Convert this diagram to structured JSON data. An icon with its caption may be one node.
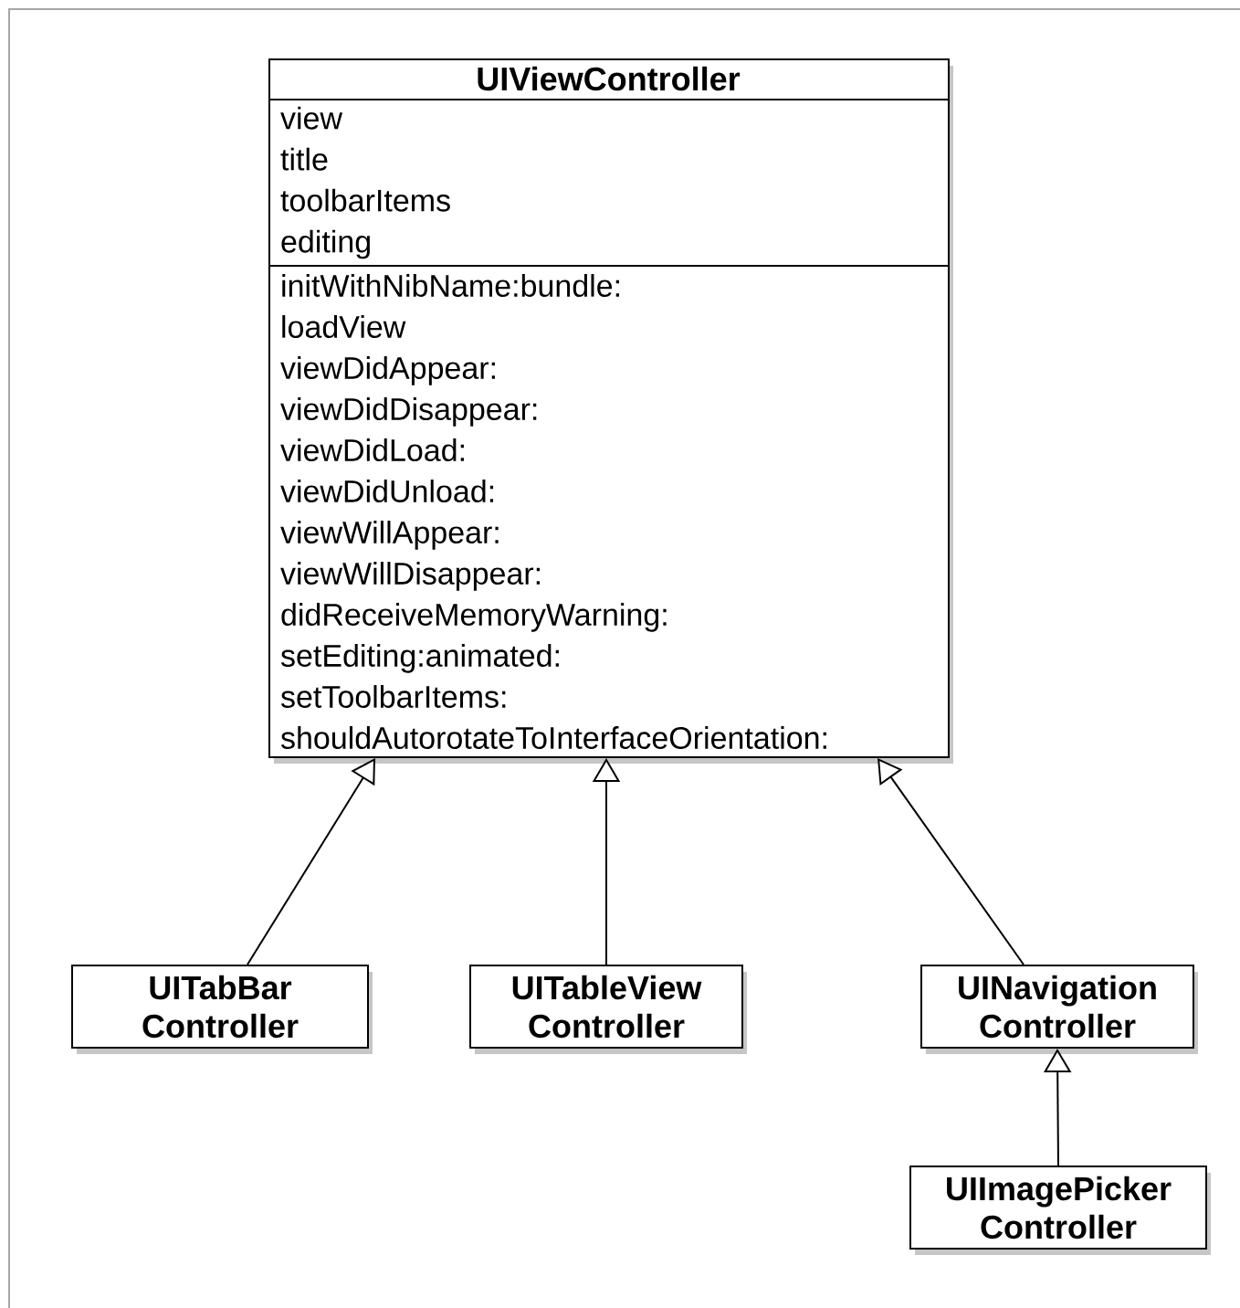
{
  "diagram": {
    "nodes": [
      {
        "text": [
          "UIViewController"
        ]
      },
      {
        "text": [
          "view",
          "title",
          "toolbarItems",
          "editing"
        ],
        "in": 0
      },
      {
        "text": [
          "initWithNibName:bundle:",
          "loadView",
          "viewDidAppear:",
          "viewDidDisappear:",
          "viewDidLoad:",
          "viewDidUnload:",
          "viewWillAppear:",
          "viewWillDisappear:",
          "didReceiveMemoryWarning:",
          "setEditing:animated:",
          "setToolbarItems:",
          "shouldAutorotateToInterfaceOrientation:"
        ],
        "in": 0
      },
      {
        "text": [
          "UITabBar Controller"
        ]
      },
      {
        "text": [
          "UITableView Controller"
        ]
      },
      {
        "text": [
          "UINavigation Controller"
        ]
      },
      {
        "text": [
          "UIImagePicker Controller"
        ]
      }
    ],
    "edges": [
      {
        "from": 3,
        "to": 0,
        "arrow": "to"
      },
      {
        "from": 4,
        "to": 0,
        "arrow": "to"
      },
      {
        "from": 5,
        "to": 0,
        "arrow": "to"
      },
      {
        "from": 6,
        "to": 5,
        "arrow": "to"
      }
    ]
  }
}
